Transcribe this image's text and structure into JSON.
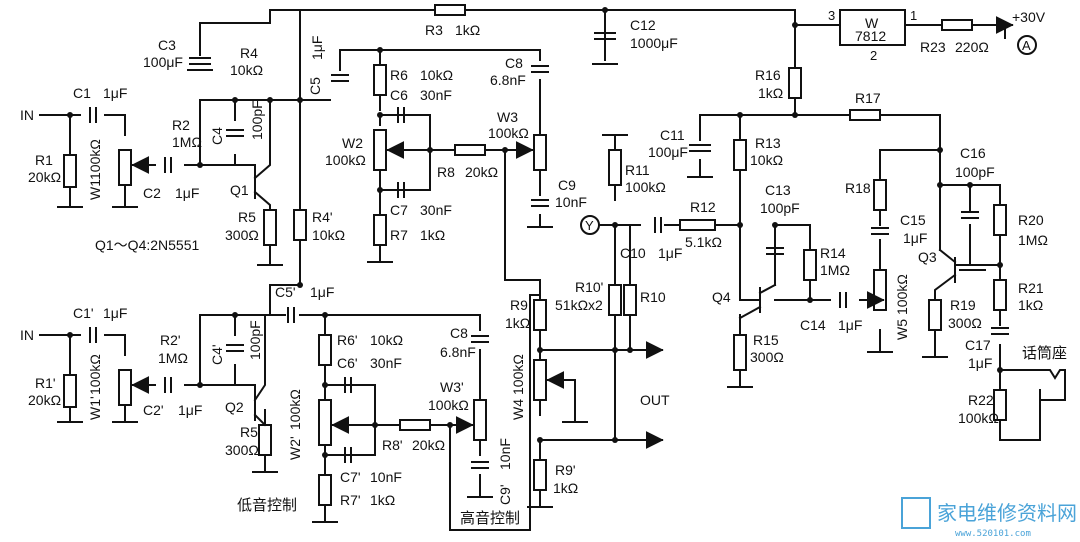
{
  "labels": {
    "in1": "IN",
    "in2": "IN",
    "out": "OUT",
    "supply": "+30V",
    "node_a": "A",
    "node_y": "Y",
    "bass_ctrl": "低音控制",
    "treble_ctrl": "高音控制",
    "mic_jack": "话筒座",
    "transistor_note": "Q1～Q4:2N5551",
    "reg_w": "W",
    "reg_part": "7812",
    "reg_pin1": "1",
    "reg_pin2": "2",
    "reg_pin3": "3"
  },
  "components": {
    "C1": [
      "C1",
      "1μF"
    ],
    "C1p": [
      "C1'",
      "1μF"
    ],
    "R1": [
      "R1",
      "20kΩ"
    ],
    "R1p": [
      "R1'",
      "20kΩ"
    ],
    "W1": [
      "W1",
      "100kΩ"
    ],
    "W1p": [
      "W1'",
      "100kΩ"
    ],
    "C2": [
      "C2",
      "1μF"
    ],
    "C2p": [
      "C2'",
      "1μF"
    ],
    "R2": [
      "R2",
      "1MΩ"
    ],
    "R2p": [
      "R2'",
      "1MΩ"
    ],
    "C3": [
      "C3",
      "100μF"
    ],
    "R4": [
      "R4",
      "10kΩ"
    ],
    "R4p": [
      "R4'",
      "10kΩ"
    ],
    "C4": [
      "C4",
      "100pF"
    ],
    "C4p": [
      "C4'",
      "100pF"
    ],
    "Q1": [
      "Q1"
    ],
    "Q2": [
      "Q2"
    ],
    "Q3": [
      "Q3"
    ],
    "Q4": [
      "Q4"
    ],
    "R5": [
      "R5",
      "300Ω"
    ],
    "R5p": [
      "R5'",
      "300Ω"
    ],
    "C5": [
      "C5",
      "1μF"
    ],
    "C5p": [
      "C5'",
      "1μF"
    ],
    "R3": [
      "R3",
      "1kΩ"
    ],
    "R6": [
      "R6",
      "10kΩ"
    ],
    "R6p": [
      "R6'",
      "10kΩ"
    ],
    "C6": [
      "C6",
      "30nF"
    ],
    "C6p": [
      "C6'",
      "30nF"
    ],
    "W2": [
      "W2",
      "100kΩ"
    ],
    "W2p": [
      "W2'",
      "100kΩ"
    ],
    "R8": [
      "R8",
      "20kΩ"
    ],
    "R8p": [
      "R8'",
      "20kΩ"
    ],
    "C7": [
      "C7",
      "30nF"
    ],
    "C7p": [
      "C7'",
      "10nF"
    ],
    "R7": [
      "R7",
      "1kΩ"
    ],
    "R7p": [
      "R7'",
      "1kΩ"
    ],
    "C8": [
      "C8",
      "6.8nF"
    ],
    "C8p": [
      "C8",
      "6.8nF"
    ],
    "W3": [
      "W3",
      "100kΩ"
    ],
    "W3p": [
      "W3'",
      "100kΩ"
    ],
    "C9": [
      "C9",
      "10nF"
    ],
    "C9p": [
      "C9'",
      "10nF"
    ],
    "C12": [
      "C12",
      "1000μF"
    ],
    "R23": [
      "R23",
      "220Ω"
    ],
    "R16": [
      "R16",
      "1kΩ"
    ],
    "R17": [
      "R17"
    ],
    "C11": [
      "C11",
      "100μF"
    ],
    "R11": [
      "R11",
      "100kΩ"
    ],
    "R12": [
      "R12",
      "5.1kΩ"
    ],
    "C10": [
      "C10",
      "1μF"
    ],
    "R13": [
      "R13",
      "10kΩ"
    ],
    "C13": [
      "C13",
      "100pF"
    ],
    "R14": [
      "R14",
      "1MΩ"
    ],
    "R15": [
      "R15",
      "300Ω"
    ],
    "C14": [
      "C14",
      "1μF"
    ],
    "R10p": [
      "R10'",
      "51kΩx2"
    ],
    "R10": [
      "R10"
    ],
    "R9": [
      "R9",
      "1kΩ"
    ],
    "R9p": [
      "R9'",
      "1kΩ"
    ],
    "W4": [
      "W4",
      "100kΩ"
    ],
    "C16": [
      "C16",
      "100pF"
    ],
    "R18": [
      "R18"
    ],
    "C15": [
      "C15",
      "1μF"
    ],
    "W5": [
      "W5",
      "100kΩ"
    ],
    "R19": [
      "R19",
      "300Ω"
    ],
    "R20": [
      "R20",
      "1MΩ"
    ],
    "R21": [
      "R21",
      "1kΩ"
    ],
    "C17": [
      "C17",
      "1μF"
    ],
    "R22": [
      "R22",
      "100kΩ"
    ]
  },
  "watermark": {
    "text": "家电维修资料网",
    "url": "www.520101.com"
  }
}
